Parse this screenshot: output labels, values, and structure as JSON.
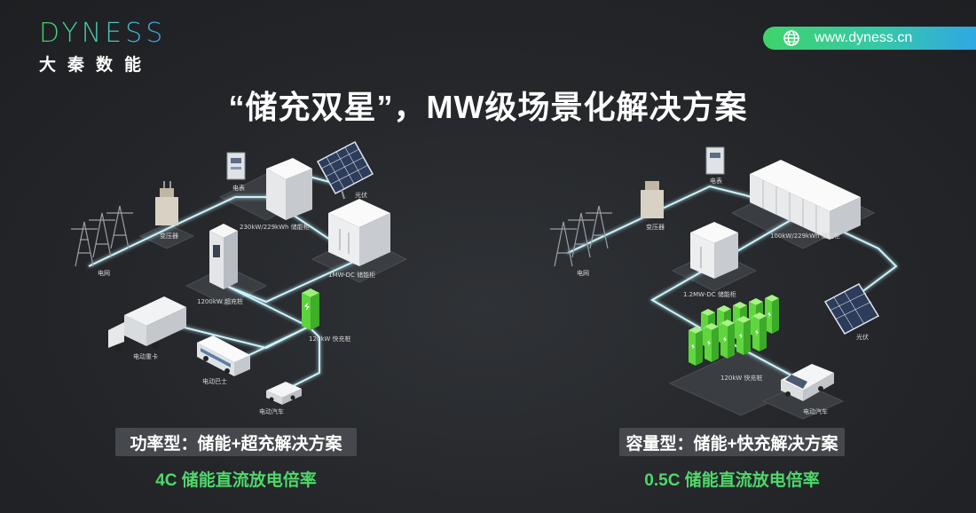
{
  "brand": {
    "logo_text": "DYNESS",
    "logo_cn": "大秦数能",
    "url": "www.dyness.cn"
  },
  "title": "“储充双星”，MW级场景化解决方案",
  "left": {
    "caption": "功率型：储能+超充解决方案",
    "subtitle": "4C 储能直流放电倍率",
    "labels": {
      "grid": "电网",
      "transformer": "变压器",
      "meter": "电表",
      "storage": "230kW/229kWh 储能柜",
      "pv": "光伏",
      "dcdc": "1MW-DC 储能柜",
      "supercharger": "1200kW 超充桩",
      "truck": "电动重卡",
      "fastcharger": "120kW 快充桩",
      "bus": "电动巴士",
      "car": "电动汽车"
    }
  },
  "right": {
    "caption": "容量型：储能+快充解决方案",
    "subtitle": "0.5C 储能直流放电倍率",
    "labels": {
      "grid": "电网",
      "transformer": "变压器",
      "meter": "电表",
      "storage": "100kW/229kWh 储能柜",
      "dcdc": "1.2MW-DC 储能柜",
      "pv": "光伏",
      "fastcharger": "120kW 快充桩",
      "car": "电动汽车"
    }
  },
  "colors": {
    "accent_green": "#4fd86a",
    "line_glow": "#bff5ff",
    "caption_bg": "#45484d"
  }
}
